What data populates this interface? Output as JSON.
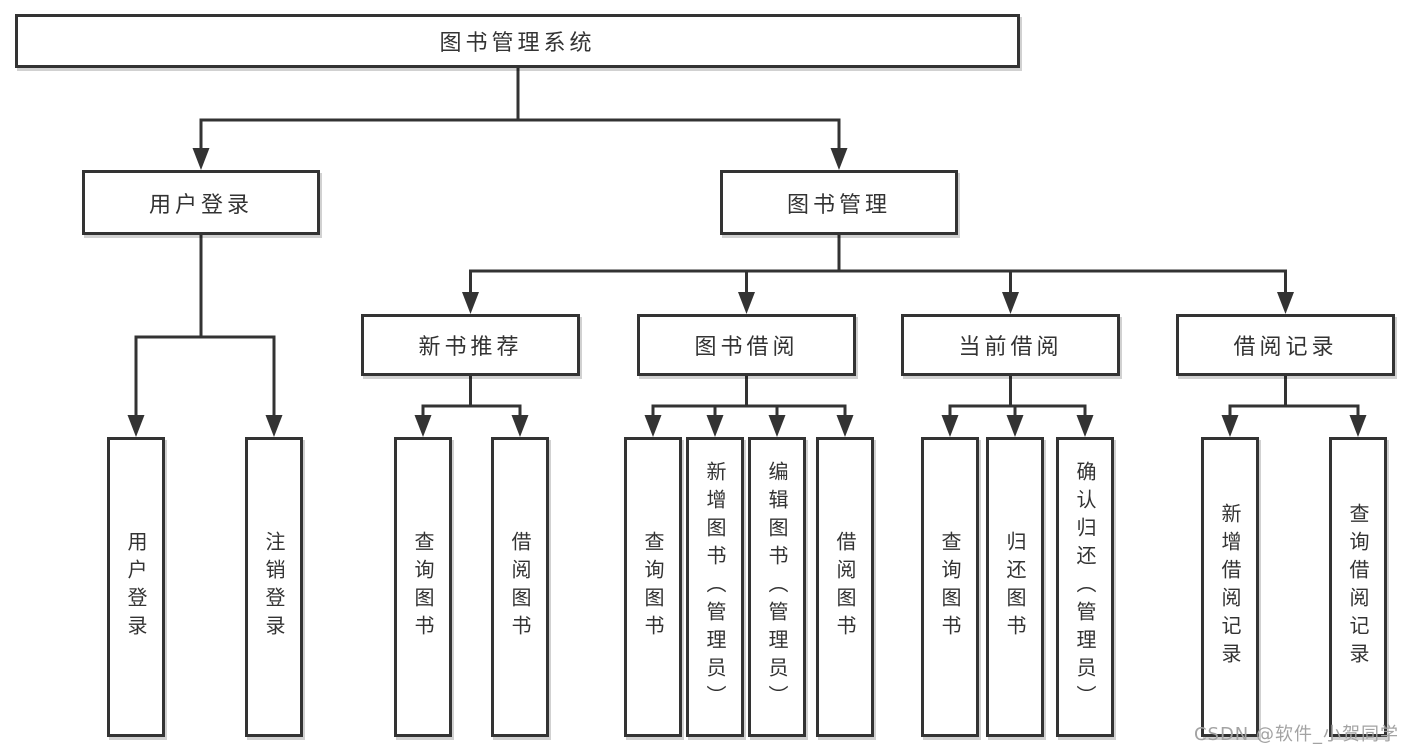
{
  "diagram_title": "图书管理系统",
  "nodes": {
    "root": {
      "label": "图书管理系统"
    },
    "user_login": {
      "label": "用户登录"
    },
    "book_mgmt": {
      "label": "图书管理"
    },
    "new_book_rec": {
      "label": "新书推荐"
    },
    "book_borrow": {
      "label": "图书借阅"
    },
    "current_borrow": {
      "label": "当前借阅"
    },
    "borrow_record": {
      "label": "借阅记录"
    },
    "leaf_user_login": {
      "label": "用户登录"
    },
    "leaf_logout": {
      "label": "注销登录"
    },
    "leaf_rec_query_book": {
      "label": "查询图书"
    },
    "leaf_rec_borrow_book": {
      "label": "借阅图书"
    },
    "leaf_bb_query_book": {
      "label": "查询图书"
    },
    "leaf_bb_add_book": {
      "label": "新增图书（管理员）"
    },
    "leaf_bb_edit_book": {
      "label": "编辑图书（管理员）"
    },
    "leaf_bb_borrow_book": {
      "label": "借阅图书"
    },
    "leaf_cb_query_book": {
      "label": "查询图书"
    },
    "leaf_cb_return_book": {
      "label": "归还图书"
    },
    "leaf_cb_confirm_return": {
      "label": "确认归还（管理员）"
    },
    "leaf_br_add_record": {
      "label": "新增借阅记录"
    },
    "leaf_br_query_record": {
      "label": "查询借阅记录"
    }
  },
  "hierarchy": {
    "图书管理系统": {
      "用户登录": [
        "用户登录",
        "注销登录"
      ],
      "图书管理": {
        "新书推荐": [
          "查询图书",
          "借阅图书"
        ],
        "图书借阅": [
          "查询图书",
          "新增图书（管理员）",
          "编辑图书（管理员）",
          "借阅图书"
        ],
        "当前借阅": [
          "查询图书",
          "归还图书",
          "确认归还（管理员）"
        ],
        "借阅记录": [
          "新增借阅记录",
          "查询借阅记录"
        ]
      }
    }
  },
  "watermark": {
    "text": "CSDN @软件_小贺同学"
  },
  "colors": {
    "line": "#333333",
    "text": "#333333",
    "box_background": "#ffffff",
    "watermark": "#a3a3a3"
  }
}
